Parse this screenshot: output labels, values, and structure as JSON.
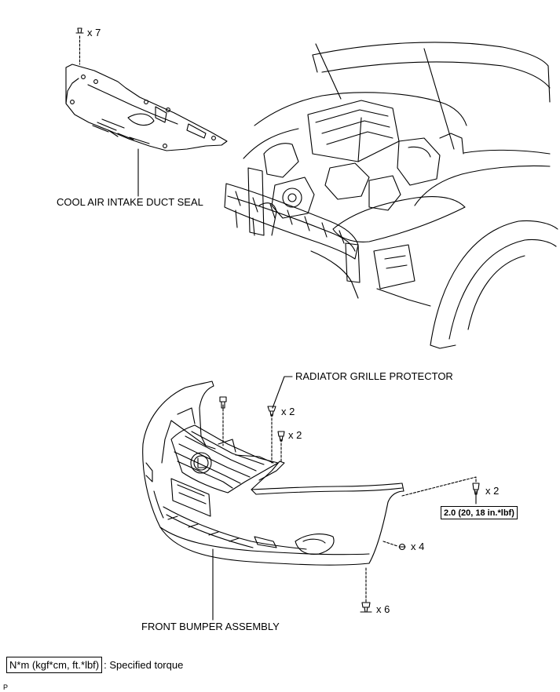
{
  "labels": {
    "cool_air_intake_duct_seal": "COOL AIR INTAKE DUCT SEAL",
    "radiator_grille_protector": "RADIATOR GRILLE PROTECTOR",
    "front_bumper_assembly": "FRONT BUMPER ASSEMBLY"
  },
  "quantities": {
    "seal_clips": "x 7",
    "grille_clips_upper": "x 2",
    "grille_clips_lower": "x 2",
    "bumper_side_bolts": "x 2",
    "bumper_screws": "x 4",
    "bumper_bottom_clips": "x 6"
  },
  "torque_spec": "2.0 (20, 18 in.*lbf)",
  "legend": {
    "unit_box": "N*m (kgf*cm, ft.*lbf)",
    "separator": ":",
    "description": "Specified torque"
  },
  "page_marker": "P"
}
